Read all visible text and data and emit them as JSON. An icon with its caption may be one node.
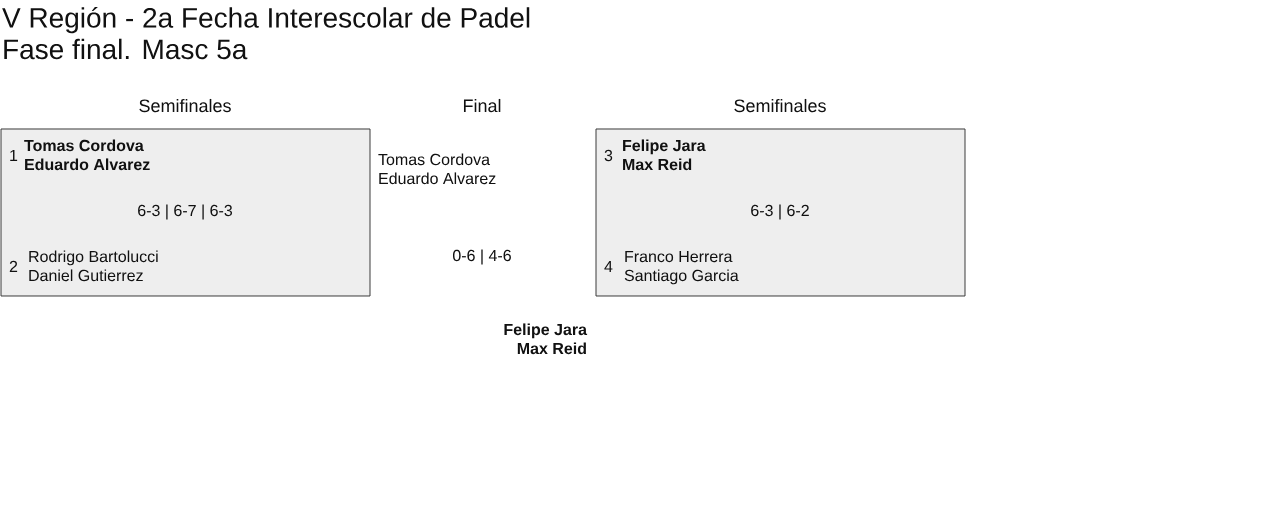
{
  "diagram": {
    "title": "V Región - 2a Fecha Interescolar de Padel",
    "nodes": [
      {
        "text": [
          "1",
          "Tomas Cordova",
          "Eduardo Alvarez",
          "6-3 | 6-7 | 6-3",
          "2",
          "Rodrigo Bartolucci",
          "Daniel Gutierrez"
        ]
      },
      {
        "text": [
          "3",
          "Felipe Jara",
          "Max Reid",
          "6-3 | 6-2",
          "4",
          "Franco Herrera",
          "Santiago Garcia"
        ]
      }
    ],
    "labels": [
      "Fase final. Masc 5a",
      "Semifinales",
      "Final",
      "Semifinales",
      "Tomas Cordova",
      "Eduardo Alvarez",
      "0-6 | 4-6",
      "Felipe Jara",
      "Max Reid"
    ]
  }
}
